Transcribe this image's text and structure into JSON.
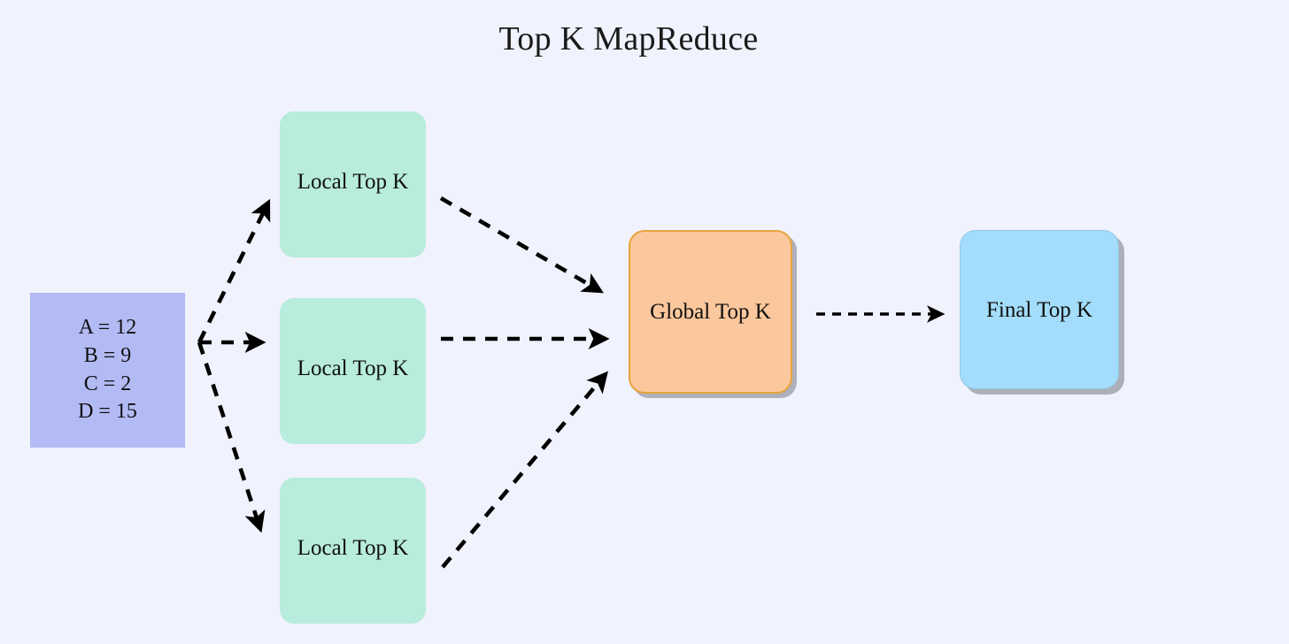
{
  "diagram": {
    "title": "Top K MapReduce",
    "background_color": "#f0f2fd",
    "input": {
      "name": "input-data",
      "color": "#b3bbf4",
      "lines": [
        "A = 12",
        "B = 9",
        "C = 2",
        "D = 15"
      ]
    },
    "mappers": [
      {
        "label": "Local Top K",
        "color": "#b8ecdc"
      },
      {
        "label": "Local Top K",
        "color": "#b8ecdc"
      },
      {
        "label": "Local Top K",
        "color": "#b8ecdc"
      }
    ],
    "reducer": {
      "label": "Global Top K",
      "color": "#fbc79c",
      "border_color": "#e8a33c"
    },
    "final": {
      "label": "Final Top K",
      "color": "#a3ddfb"
    },
    "arrows": {
      "style": "dashed",
      "color": "#000000",
      "count": 7
    }
  }
}
